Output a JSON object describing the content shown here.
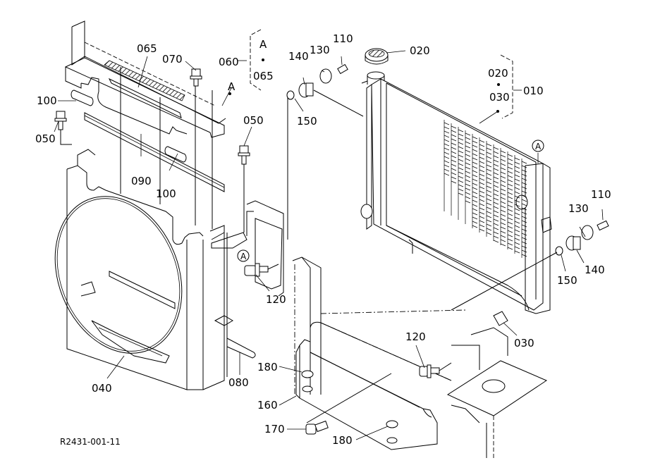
{
  "diagram": {
    "title": "Radiator assembly exploded parts diagram",
    "drawing_number": "R2431-001-11",
    "callouts": [
      {
        "id": "c-065-top",
        "text": "065"
      },
      {
        "id": "c-070",
        "text": "070"
      },
      {
        "id": "c-060",
        "text": "060"
      },
      {
        "id": "c-060-a",
        "text": "A"
      },
      {
        "id": "c-060-065",
        "text": "065"
      },
      {
        "id": "c-a-ref",
        "text": "A"
      },
      {
        "id": "c-100-left",
        "text": "100"
      },
      {
        "id": "c-050-left",
        "text": "050"
      },
      {
        "id": "c-050-mid",
        "text": "050"
      },
      {
        "id": "c-090",
        "text": "090"
      },
      {
        "id": "c-100-mid",
        "text": "100"
      },
      {
        "id": "c-140-top",
        "text": "140"
      },
      {
        "id": "c-130-top",
        "text": "130"
      },
      {
        "id": "c-110-top",
        "text": "110"
      },
      {
        "id": "c-150-top",
        "text": "150"
      },
      {
        "id": "c-020-cap",
        "text": "020"
      },
      {
        "id": "c-010-020",
        "text": "020"
      },
      {
        "id": "c-010-030",
        "text": "030"
      },
      {
        "id": "c-010",
        "text": "010"
      },
      {
        "id": "c-circA-right",
        "text": "A"
      },
      {
        "id": "c-circA-left",
        "text": "A"
      },
      {
        "id": "c-110-right",
        "text": "110"
      },
      {
        "id": "c-130-right",
        "text": "130"
      },
      {
        "id": "c-140-right",
        "text": "140"
      },
      {
        "id": "c-150-right",
        "text": "150"
      },
      {
        "id": "c-120-left",
        "text": "120"
      },
      {
        "id": "c-030",
        "text": "030"
      },
      {
        "id": "c-120-right",
        "text": "120"
      },
      {
        "id": "c-040",
        "text": "040"
      },
      {
        "id": "c-080",
        "text": "080"
      },
      {
        "id": "c-180-top",
        "text": "180"
      },
      {
        "id": "c-160",
        "text": "160"
      },
      {
        "id": "c-170",
        "text": "170"
      },
      {
        "id": "c-180-bottom",
        "text": "180"
      }
    ]
  }
}
